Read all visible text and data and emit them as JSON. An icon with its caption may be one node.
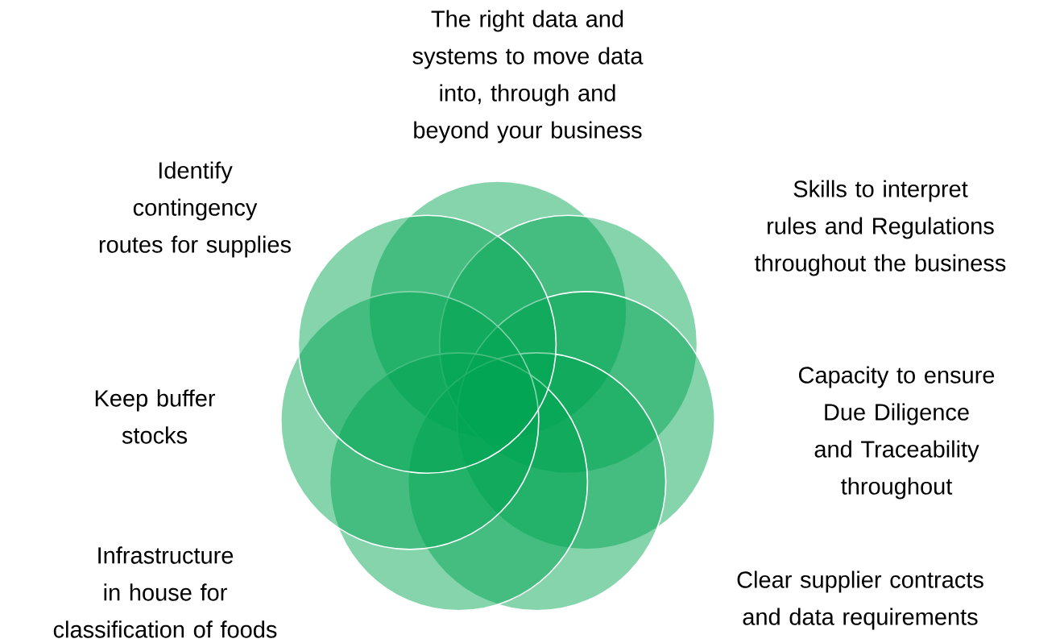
{
  "diagram": {
    "labels": [
      "The right data and systems to move data into, through and beyond your business",
      "Identify contingency routes for supplies",
      "Skills to interpret rules and Regulations throughout the business",
      "Keep buffer stocks",
      "Capacity to ensure Due Diligence and Traceability throughout",
      "Infrastructure in house for classification of foods",
      "Clear supplier contracts and data requirements"
    ]
  }
}
